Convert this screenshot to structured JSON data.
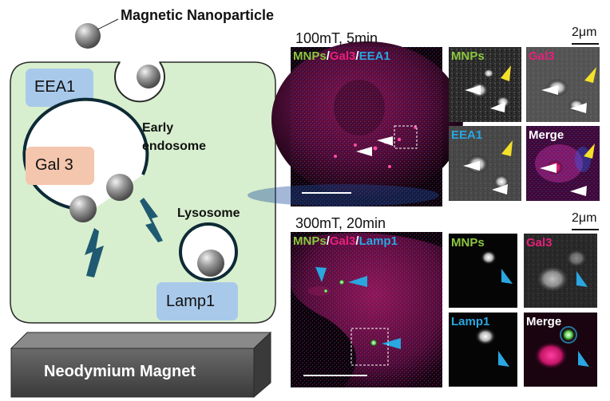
{
  "schematic": {
    "nanoparticle_label": "Magnetic Nanoparticle",
    "eea1_label": "EEA1",
    "gal3_label": "Gal 3",
    "early_endosome_label_line1": "Early",
    "early_endosome_label_line2": "endosome",
    "lysosome_label": "Lysosome",
    "lamp1_label": "Lamp1",
    "magnet_label": "Neodymium Magnet"
  },
  "top_block": {
    "condition": "100mT, 5min",
    "scalebar_label": "2μm",
    "main_label": {
      "a": "MNPs",
      "b": "Gal3",
      "c": "EEA1",
      "sep": "/"
    },
    "panels": {
      "mnps": "MNPs",
      "gal3": "Gal3",
      "eea1": "EEA1",
      "merge": "Merge"
    }
  },
  "bottom_block": {
    "condition": "300mT, 20min",
    "scalebar_label": "2μm",
    "main_label": {
      "a": "MNPs",
      "b": "Gal3",
      "c": "Lamp1",
      "sep": "/"
    },
    "panels": {
      "mnps": "MNPs",
      "gal3": "Gal3",
      "lamp1": "Lamp1",
      "merge": "Merge"
    }
  },
  "colors": {
    "cell_fill": "#d8efcf",
    "eea1_box": "#a9c9ea",
    "gal3_box": "#f4c6ad",
    "lamp1_box": "#a9c9ea",
    "lightning": "#1f5a72",
    "mnp_green": "#8cc63f",
    "gal3_magenta": "#e6207a",
    "marker_blue": "#2aa6e0",
    "arrow_yellow": "#f5e12a"
  }
}
